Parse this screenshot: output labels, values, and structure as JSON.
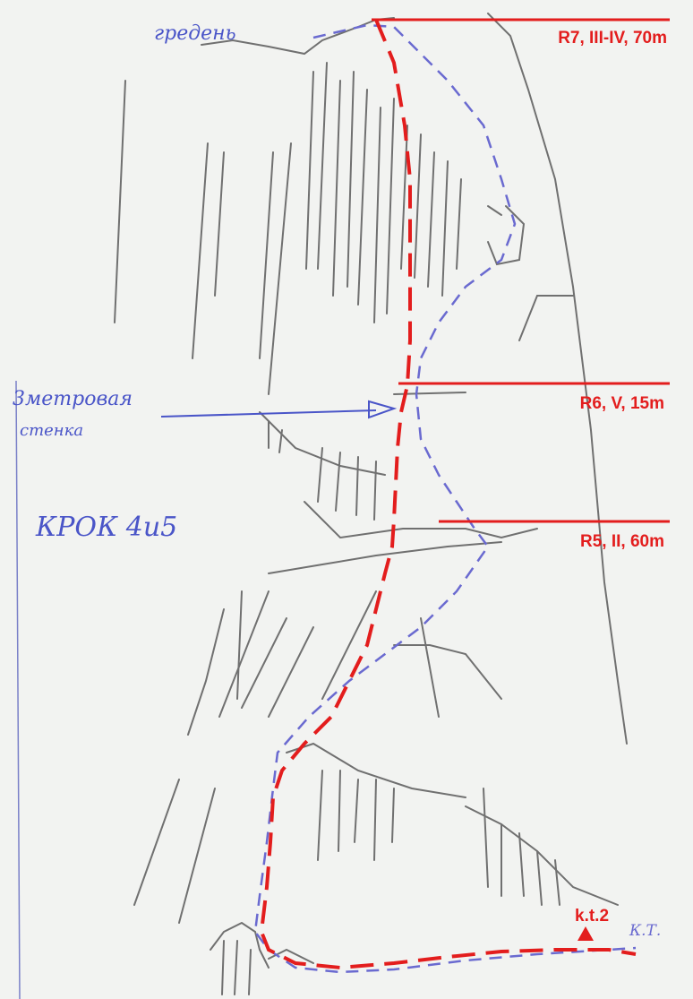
{
  "colors": {
    "paper": "#f2f3f1",
    "pencil": "#6d6d6d",
    "route_red": "#e31d1d",
    "route_blue": "#6a6ad0",
    "pen_blue": "#4a55c8"
  },
  "handwritten": {
    "ridge": "гредень",
    "wall_line1": "3метровая",
    "wall_line2": "стенка",
    "sketch": "КРОК 4и5",
    "kt": "К.Т."
  },
  "pitches": [
    {
      "id": "R7",
      "label": "R7, III-IV, 70m"
    },
    {
      "id": "R6",
      "label": "R6, V, 15m"
    },
    {
      "id": "R5",
      "label": "R5, II, 60m"
    }
  ],
  "control_point": {
    "label": "k.t.2",
    "icon": "triangle-marker-icon"
  }
}
